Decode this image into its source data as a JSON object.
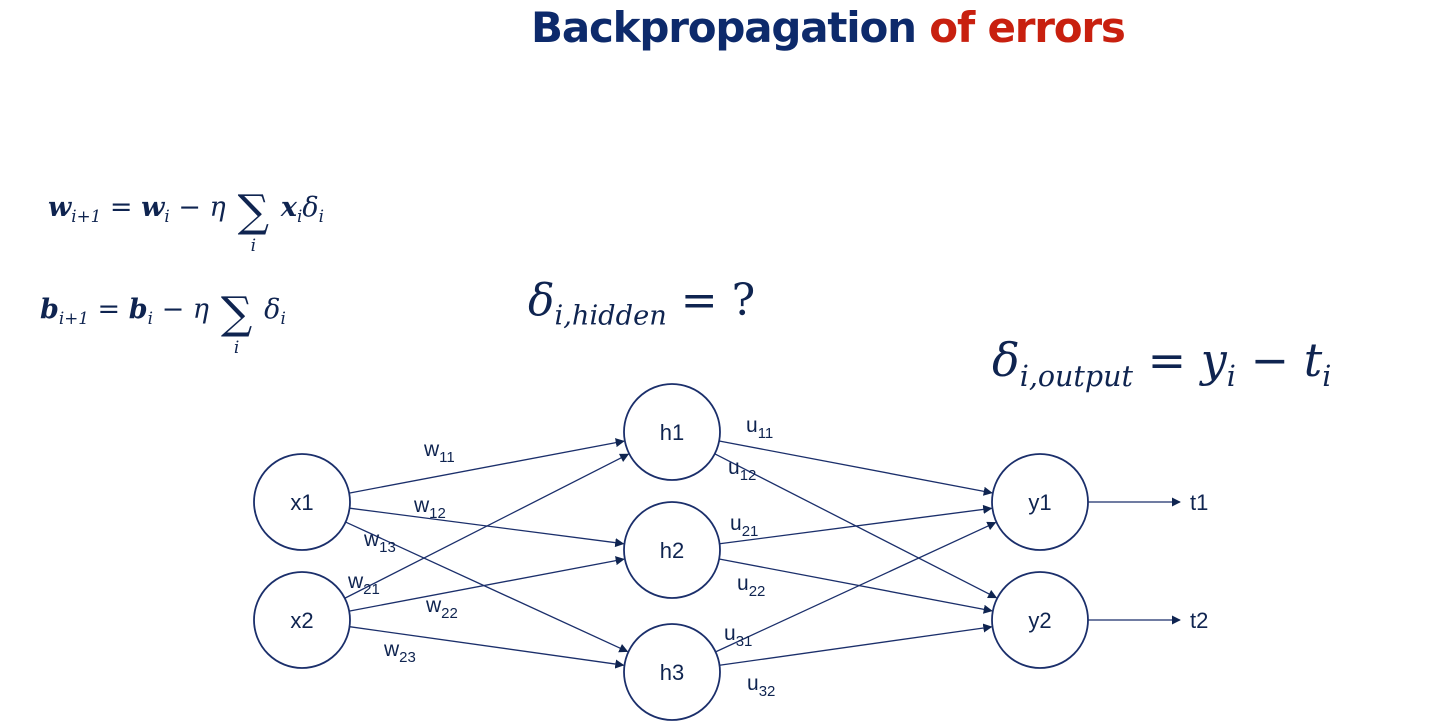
{
  "title": {
    "part1": "Backpropagation",
    "part2": "of errors",
    "color_primary": "#0d2a6b",
    "color_accent": "#c8200f"
  },
  "equations": {
    "weight_update": {
      "lhs_var": "w",
      "lhs_sub": "i+1",
      "rhs_var": "w",
      "rhs_sub": "i",
      "minus": "−",
      "eta": "η",
      "sum": "∑",
      "sum_index": "i",
      "term_var": "x",
      "term_sub": "i",
      "delta": "δ",
      "delta_sub": "i",
      "equals": "="
    },
    "bias_update": {
      "lhs_var": "b",
      "lhs_sub": "i+1",
      "rhs_var": "b",
      "rhs_sub": "i",
      "minus": "−",
      "eta": "η",
      "sum": "∑",
      "sum_index": "i",
      "delta": "δ",
      "delta_sub": "i",
      "equals": "="
    },
    "delta_hidden": {
      "delta": "δ",
      "sub": "i,hidden",
      "rhs": "= ?"
    },
    "delta_output": {
      "delta": "δ",
      "sub": "i,output",
      "equals": "=",
      "y": "y",
      "y_sub": "i",
      "minus": "−",
      "t": "t",
      "t_sub": "i"
    }
  },
  "network": {
    "line_color": "#1b2f6b",
    "inputs": [
      {
        "id": "x1",
        "label": "x1"
      },
      {
        "id": "x2",
        "label": "x2"
      }
    ],
    "hidden": [
      {
        "id": "h1",
        "label": "h1"
      },
      {
        "id": "h2",
        "label": "h2"
      },
      {
        "id": "h3",
        "label": "h3"
      }
    ],
    "outputs": [
      {
        "id": "y1",
        "label": "y1"
      },
      {
        "id": "y2",
        "label": "y2"
      }
    ],
    "targets": [
      {
        "id": "t1",
        "label": "t1",
        "from": "y1"
      },
      {
        "id": "t2",
        "label": "t2",
        "from": "y2"
      }
    ],
    "input_hidden_edges": [
      {
        "from": "x1",
        "to": "h1",
        "label": "w",
        "sub": "11"
      },
      {
        "from": "x1",
        "to": "h2",
        "label": "w",
        "sub": "12"
      },
      {
        "from": "x1",
        "to": "h3",
        "label": "w",
        "sub": "13"
      },
      {
        "from": "x2",
        "to": "h1",
        "label": "w",
        "sub": "21"
      },
      {
        "from": "x2",
        "to": "h2",
        "label": "w",
        "sub": "22"
      },
      {
        "from": "x2",
        "to": "h3",
        "label": "w",
        "sub": "23"
      }
    ],
    "hidden_output_edges": [
      {
        "from": "h1",
        "to": "y1",
        "label": "u",
        "sub": "11"
      },
      {
        "from": "h1",
        "to": "y2",
        "label": "u",
        "sub": "12"
      },
      {
        "from": "h2",
        "to": "y1",
        "label": "u",
        "sub": "21"
      },
      {
        "from": "h2",
        "to": "y2",
        "label": "u",
        "sub": "22"
      },
      {
        "from": "h3",
        "to": "y1",
        "label": "u",
        "sub": "31"
      },
      {
        "from": "h3",
        "to": "y2",
        "label": "u",
        "sub": "32"
      }
    ]
  }
}
